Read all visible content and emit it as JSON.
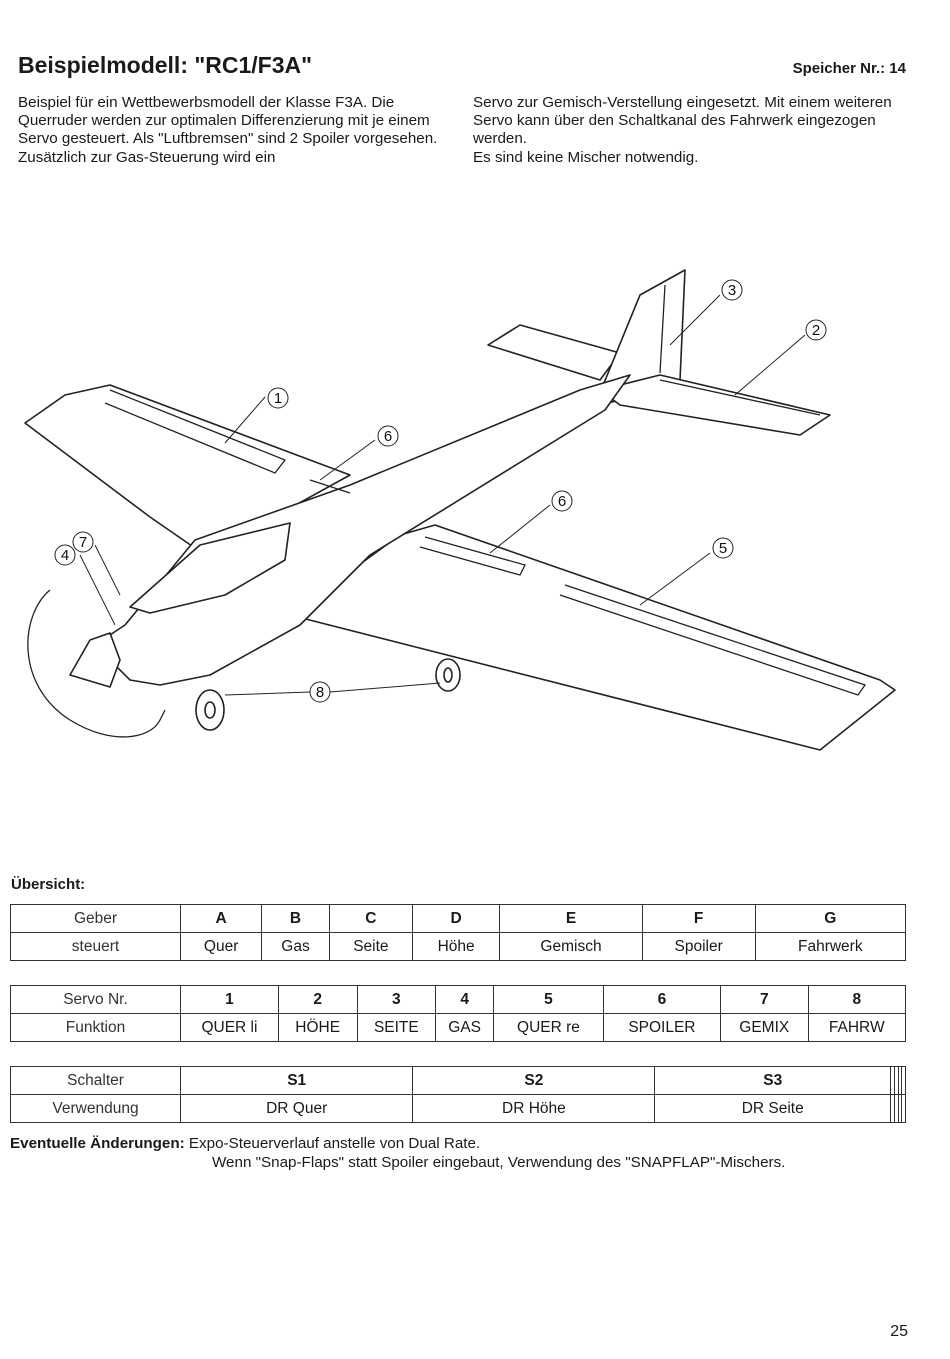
{
  "header": {
    "title": "Beispielmodell: \"RC1/F3A\"",
    "memory": "Speicher Nr.: 14"
  },
  "intro": {
    "left": "Beispiel für ein Wettbewerbsmodell der Klasse F3A. Die Querruder werden zur optimalen Differenzierung mit je einem Servo gesteuert. Als \"Luftbremsen\" sind 2 Spoiler vorgesehen. Zusätzlich zur Gas-Steuerung wird ein",
    "right_1": "Servo zur Gemisch-Verstellung eingesetzt. Mit einem weiteren Servo kann über den Schaltkanal des Fahrwerk eingezogen werden.",
    "right_2": "Es sind keine Mischer notwendig."
  },
  "diagram": {
    "callouts": {
      "c1": "1",
      "c2": "2",
      "c3": "3",
      "c4": "4",
      "c5": "5",
      "c6a": "6",
      "c6b": "6",
      "c7": "7",
      "c8": "8"
    }
  },
  "overview": {
    "label": "Übersicht:",
    "geber": {
      "row1_label": "Geber",
      "row2_label": "steuert",
      "headers": [
        "A",
        "B",
        "C",
        "D",
        "E",
        "F",
        "G"
      ],
      "values": [
        "Quer",
        "Gas",
        "Seite",
        "Höhe",
        "Gemisch",
        "Spoiler",
        "Fahrwerk"
      ]
    },
    "servo": {
      "row1_label": "Servo Nr.",
      "row2_label": "Funktion",
      "headers": [
        "1",
        "2",
        "3",
        "4",
        "5",
        "6",
        "7",
        "8"
      ],
      "values": [
        "QUER li",
        "HÖHE",
        "SEITE",
        "GAS",
        "QUER re",
        "SPOILER",
        "GEMIX",
        "FAHRW"
      ]
    },
    "schalter": {
      "row1_label": "Schalter",
      "row2_label": "Verwendung",
      "headers": [
        "S1",
        "S2",
        "S3"
      ],
      "values": [
        "DR Quer",
        "DR Höhe",
        "DR Seite"
      ]
    }
  },
  "changes": {
    "head": "Eventuelle Änderungen:",
    "line1": "Expo-Steuerverlauf anstelle von Dual Rate.",
    "line2": "Wenn \"Snap-Flaps\" statt Spoiler eingebaut, Verwendung des \"SNAPFLAP\"-Mischers."
  },
  "footer": {
    "page": "25"
  }
}
